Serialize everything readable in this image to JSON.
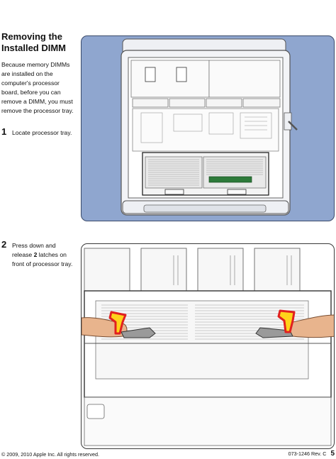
{
  "section": {
    "title_line1": "Removing the",
    "title_line2": "Installed DIMM"
  },
  "intro": {
    "line1": "Because memory DIMMs",
    "line2": "are installed on the",
    "line3": "computer's processor",
    "line4": "board, before you can",
    "line5": "remove a DIMM, you must",
    "line6": "remove the processor tray."
  },
  "steps": [
    {
      "number": "1",
      "line1": "Locate processor tray."
    },
    {
      "number": "2",
      "line1": "Press down and",
      "line2_prefix": "release ",
      "line2_bold": "2",
      "line2_suffix": " latches on",
      "line3": "front of processor tray."
    }
  ],
  "footer": {
    "copyright": "© 2009, 2010 Apple Inc. All rights reserved.",
    "doc_id": "073-1246 Rev. C",
    "page": "5"
  },
  "colors": {
    "figure_bg": "#8fa6cf",
    "arrow_red": "#e02020",
    "arrow_yellow": "#ffd21a",
    "dimm_green": "#2d7a3a",
    "finger": "#e8b48d"
  }
}
